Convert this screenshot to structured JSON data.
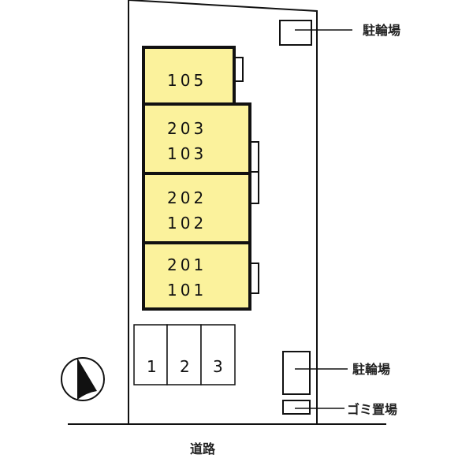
{
  "colors": {
    "building_fill": "#FBF29C",
    "line": "#111111",
    "background": "#FFFFFF"
  },
  "units": [
    {
      "lines": [
        "105"
      ]
    },
    {
      "lines": [
        "203",
        "103"
      ]
    },
    {
      "lines": [
        "202",
        "102"
      ]
    },
    {
      "lines": [
        "201",
        "101"
      ]
    }
  ],
  "parking": {
    "spaces": [
      "1",
      "2",
      "3"
    ]
  },
  "labels": {
    "bicycle_parking_top": "駐輪場",
    "bicycle_parking_bottom": "駐輪場",
    "garbage_area": "ゴミ置場",
    "road": "道路"
  },
  "compass": {
    "icon": "north-arrow-icon"
  }
}
